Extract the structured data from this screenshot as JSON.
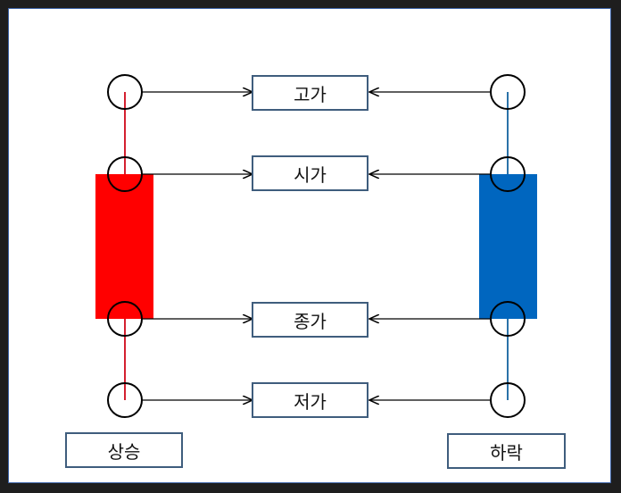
{
  "labels": {
    "high": "고가",
    "open": "시가",
    "close": "종가",
    "low": "저가",
    "rise": "상승",
    "fall": "하락"
  },
  "colors": {
    "rise_candle": "#ff0000",
    "fall_candle": "#0066bf",
    "wick_rise": "#d42030",
    "wick_fall": "#2b72a8",
    "box_border": "#3f5d7d",
    "frame_border": "#3d64a8"
  }
}
